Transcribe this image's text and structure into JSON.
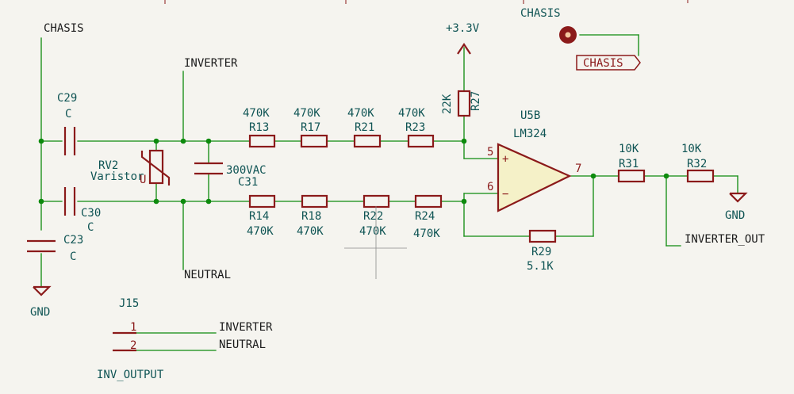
{
  "nets": {
    "chasis_left": "CHASIS",
    "inverter": "INVERTER",
    "neutral": "NEUTRAL",
    "supply": "+3.3V",
    "chasis_top": "CHASIS",
    "chasis_tag": "CHASIS",
    "gnd_left": "GND",
    "gnd_right": "GND",
    "inverter_out": "INVERTER_OUT",
    "j15_inverter": "INVERTER",
    "j15_neutral": "NEUTRAL"
  },
  "components": {
    "c29": {
      "ref": "C29",
      "value": "C"
    },
    "c30": {
      "ref": "C30",
      "value": "C"
    },
    "c23": {
      "ref": "C23",
      "value": "C"
    },
    "c31": {
      "ref": "C31",
      "value": "300VAC"
    },
    "rv2": {
      "ref": "RV2",
      "value": "Varistor",
      "u": "U"
    },
    "r13": {
      "ref": "R13",
      "value": "470K"
    },
    "r17": {
      "ref": "R17",
      "value": "470K"
    },
    "r21": {
      "ref": "R21",
      "value": "470K"
    },
    "r23": {
      "ref": "R23",
      "value": "470K"
    },
    "r14": {
      "ref": "R14",
      "value": "470K"
    },
    "r18": {
      "ref": "R18",
      "value": "470K"
    },
    "r22": {
      "ref": "R22",
      "value": "470K"
    },
    "r24": {
      "ref": "R24",
      "value": "470K"
    },
    "r27": {
      "ref": "R27",
      "value": "22K"
    },
    "r29": {
      "ref": "R29",
      "value": "5.1K"
    },
    "r31": {
      "ref": "R31",
      "value": "10K"
    },
    "r32": {
      "ref": "R32",
      "value": "10K"
    },
    "u5b": {
      "ref": "U5B",
      "value": "LM324",
      "pin_plus": "5",
      "pin_minus": "6",
      "pin_out": "7",
      "sym_plus": "+",
      "sym_minus": "−"
    },
    "j15": {
      "ref": "J15",
      "value": "INV_OUTPUT",
      "pin1": "1",
      "pin2": "2"
    }
  },
  "colors": {
    "wire": "#0d8a0d",
    "component": "#8b1a1a",
    "label": "#0f5454",
    "background": "#f5f4ef"
  }
}
